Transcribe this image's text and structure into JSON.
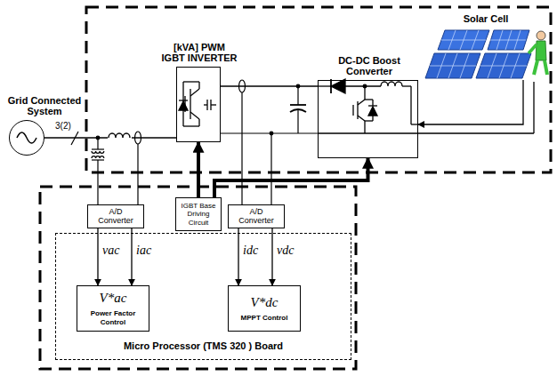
{
  "diagram": {
    "nodes": [
      {
        "text": [
          "Grid Connected System"
        ]
      },
      {
        "text": [
          "[kVA] PWM IGBT INVERTER"
        ]
      },
      {
        "text": [
          "DC-DC Boost Converter"
        ]
      },
      {
        "text": [
          "Solar Cell"
        ]
      },
      {
        "text": [
          "A/D Converter"
        ]
      },
      {
        "text": [
          "IGBT Base Driving Circuit"
        ]
      },
      {
        "text": [
          "A/D Converter"
        ]
      },
      {
        "text": [
          "Micro Processor (TMS 320 ) Board"
        ]
      },
      {
        "text": [
          "V*ac",
          "Power Factor Control"
        ],
        "in": 7
      },
      {
        "text": [
          "V*dc",
          "MPPT Control"
        ],
        "in": 7
      }
    ],
    "edges": [
      {
        "from": 0,
        "to": 1,
        "arrow": "none"
      },
      {
        "from": 1,
        "to": 2,
        "arrow": "none"
      },
      {
        "from": 3,
        "to": 2,
        "arrow": "to"
      },
      {
        "from": 5,
        "to": 1,
        "arrow": "to"
      },
      {
        "from": 5,
        "to": 2,
        "arrow": "to"
      },
      {
        "from": 4,
        "to": 8,
        "label": "vac",
        "arrow": "to"
      },
      {
        "from": 4,
        "to": 8,
        "label": "iac",
        "arrow": "to"
      },
      {
        "from": 6,
        "to": 9,
        "label": "idc",
        "arrow": "to"
      },
      {
        "from": 6,
        "to": 9,
        "label": "vdc",
        "arrow": "to"
      }
    ],
    "labels": [
      "3(2)"
    ]
  }
}
